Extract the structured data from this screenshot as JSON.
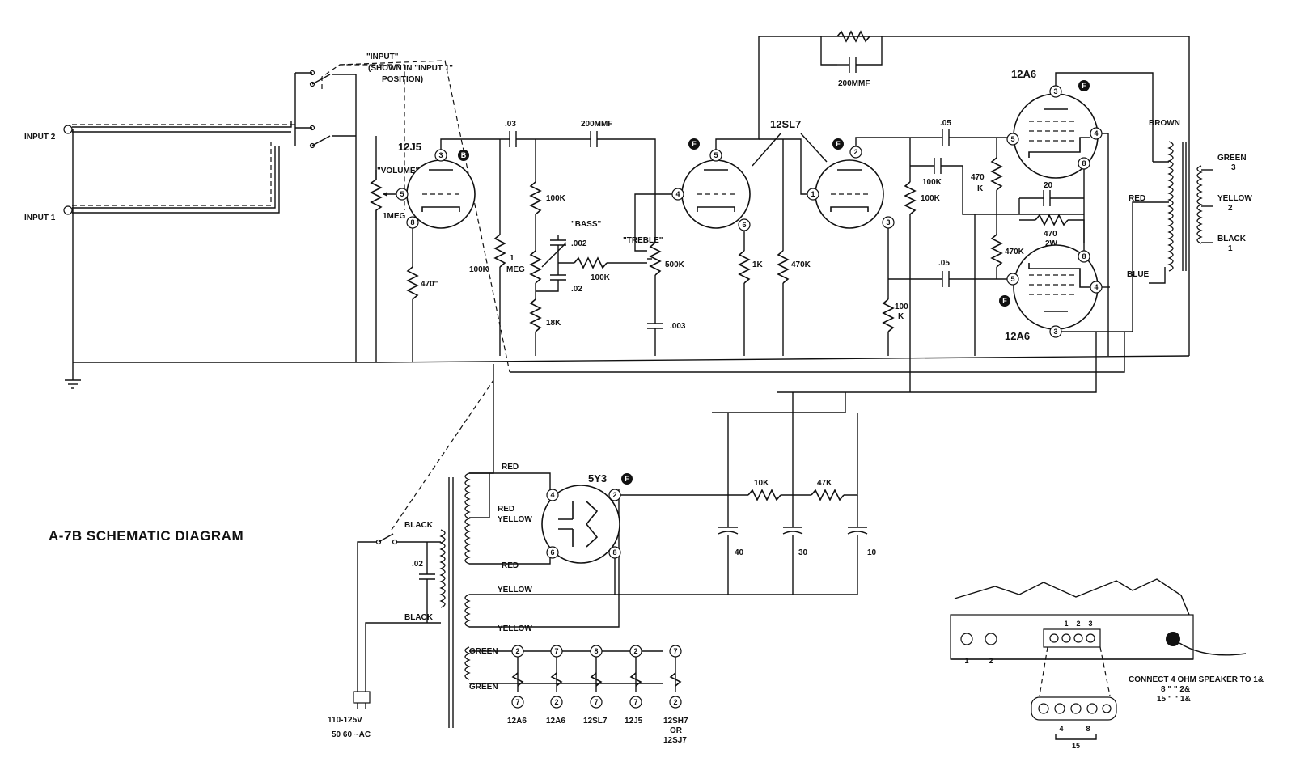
{
  "title": "A-7B SCHEMATIC DIAGRAM",
  "inputs": {
    "input2": "INPUT 2",
    "input1": "INPUT 1"
  },
  "switch": {
    "line1": "\"INPUT\"",
    "line2": "(SHOWN IN \"INPUT 1\"",
    "line3": "POSITION)"
  },
  "tubes": {
    "v1": {
      "type": "12J5",
      "badge": "B",
      "pins": [
        "3",
        "5",
        "8"
      ]
    },
    "v2": {
      "type": "12SL7",
      "badge": "F",
      "pins": [
        "5",
        "4",
        "6",
        "2",
        "1",
        "3"
      ]
    },
    "v3": {
      "type": "12A6",
      "badge": "F",
      "pins": [
        "3",
        "5",
        "4",
        "8"
      ]
    },
    "v4": {
      "type": "12A6",
      "badge": "F",
      "pins": [
        "8",
        "5",
        "4",
        "3"
      ]
    },
    "rect": {
      "type": "5Y3",
      "badge": "F",
      "pins": [
        "4",
        "2",
        "6",
        "8"
      ]
    }
  },
  "components": {
    "volume": "\"VOLUME\"",
    "vol_val": "1MEG",
    "r_470": "470\"",
    "r_100k_a": "100K",
    "c_03": ".03",
    "c_200mmf_a": "200MMF",
    "r_100k_b": "100K",
    "bass": "\"BASS\"",
    "c_002": ".002",
    "pot_1": "1",
    "pot_meg": "MEG",
    "r_100k_c": "100K",
    "c_02_a": ".02",
    "r_18k": "18K",
    "treble": "\"TREBLE\"",
    "pot_500k": "500K",
    "c_003": ".003",
    "r_1k": "1K",
    "r_470k_a": "470K",
    "c_200mmf_b": "200MMF",
    "c_05_a": ".05",
    "r_100k_d": "100K",
    "r_100k_e": "100K",
    "r_100k_f1": "100",
    "r_100k_f2": "K",
    "r_470k_b1": "470",
    "r_470k_b2": "K",
    "c_20": "20",
    "r_470_2w_1": "470",
    "r_470_2w_2": "2W",
    "r_470k_c": "470K",
    "c_05_b": ".05",
    "r_10k": "10K",
    "r_47k": "47K",
    "c_40": "40",
    "c_30": "30",
    "c_10": "10",
    "c_02_b": ".02"
  },
  "transformer_out": {
    "brown": "BROWN",
    "red": "RED",
    "blue": "BLUE",
    "green": "GREEN",
    "g_num": "3",
    "yellow": "YELLOW",
    "y_num": "2",
    "black": "BLACK",
    "b_num": "1"
  },
  "power_xfmr": {
    "red_top": "RED",
    "red_yellow_1": "RED",
    "red_yellow_2": "YELLOW",
    "red_bot": "RED",
    "black_top": "BLACK",
    "black_bot": "BLACK",
    "yellow_1": "YELLOW",
    "yellow_2": "YELLOW",
    "green_1": "GREEN",
    "green_2": "GREEN"
  },
  "mains": {
    "volts": "110-125V",
    "freq": "50 60 ~AC"
  },
  "heaters": {
    "top_pins": [
      "2",
      "7",
      "8",
      "2",
      "7"
    ],
    "bot_pins": [
      "7",
      "2",
      "7",
      "7",
      "2"
    ],
    "names": [
      "12A6",
      "12A6",
      "12SL7",
      "12J5",
      "12SH7"
    ],
    "or_text": "OR",
    "alt_name": "12SJ7"
  },
  "chassis": {
    "jack1": "1",
    "jack2": "2",
    "top_nums": [
      "1",
      "2",
      "3"
    ],
    "connect_text": "CONNECT 4 OHM SPEAKER TO 1&",
    "row2": "8   \"      \"        2&",
    "row3": "15   \"      \"        1&",
    "bot_nums": [
      "4",
      "8"
    ],
    "bot_total": "15"
  }
}
